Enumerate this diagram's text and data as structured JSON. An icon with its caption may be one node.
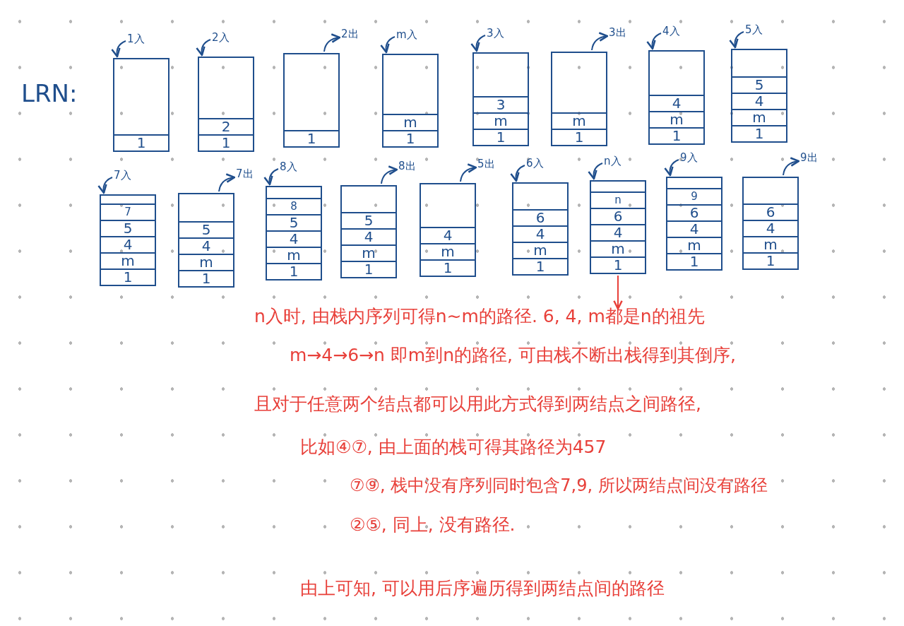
{
  "diagram": {
    "nodes": [
      {
        "text": [
          "1"
        ]
      },
      {
        "text": [
          "2",
          "1"
        ]
      },
      {
        "text": [
          "1"
        ]
      },
      {
        "text": [
          "m",
          "1"
        ]
      },
      {
        "text": [
          "3",
          "m",
          "1"
        ]
      },
      {
        "text": [
          "m",
          "1"
        ]
      },
      {
        "text": [
          "4",
          "m",
          "1"
        ]
      },
      {
        "text": [
          "5",
          "4",
          "m",
          "1"
        ]
      },
      {
        "text": [
          "7",
          "5",
          "4",
          "m",
          "1"
        ]
      },
      {
        "text": [
          "5",
          "4",
          "m",
          "1"
        ]
      },
      {
        "text": [
          "8",
          "5",
          "4",
          "m",
          "1"
        ]
      },
      {
        "text": [
          "5",
          "4",
          "m",
          "1"
        ]
      },
      {
        "text": [
          "4",
          "m",
          "1"
        ]
      },
      {
        "text": [
          "6",
          "4",
          "m",
          "1"
        ]
      },
      {
        "text": [
          "n",
          "6",
          "4",
          "m",
          "1"
        ]
      },
      {
        "text": [
          "9",
          "6",
          "4",
          "m",
          "1"
        ]
      },
      {
        "text": [
          "6",
          "4",
          "m",
          "1"
        ]
      },
      {
        "text": [
          "n入时, 由栈内序列可得n∼m的路径. 6, 4, m都是n的祖先"
        ]
      }
    ],
    "edges": [
      {
        "from": null,
        "to": 0,
        "arrow": "to",
        "label": "1入"
      },
      {
        "from": null,
        "to": 1,
        "arrow": "to",
        "label": "2入"
      },
      {
        "from": 2,
        "to": null,
        "arrow": "to",
        "label": "2出"
      },
      {
        "from": null,
        "to": 3,
        "arrow": "to",
        "label": "m入"
      },
      {
        "from": null,
        "to": 4,
        "arrow": "to",
        "label": "3入"
      },
      {
        "from": 5,
        "to": null,
        "arrow": "to",
        "label": "3出"
      },
      {
        "from": null,
        "to": 6,
        "arrow": "to",
        "label": "4入"
      },
      {
        "from": null,
        "to": 7,
        "arrow": "to",
        "label": "5入"
      },
      {
        "from": null,
        "to": 8,
        "arrow": "to",
        "label": "7入"
      },
      {
        "from": 9,
        "to": null,
        "arrow": "to",
        "label": "7出"
      },
      {
        "from": null,
        "to": 10,
        "arrow": "to",
        "label": "8入"
      },
      {
        "from": 11,
        "to": null,
        "arrow": "to",
        "label": "8出"
      },
      {
        "from": 12,
        "to": null,
        "arrow": "to",
        "label": "5出"
      },
      {
        "from": null,
        "to": 13,
        "arrow": "to",
        "label": "6入"
      },
      {
        "from": null,
        "to": 14,
        "arrow": "to",
        "label": "n入"
      },
      {
        "from": null,
        "to": 15,
        "arrow": "to",
        "label": "9入"
      },
      {
        "from": 16,
        "to": null,
        "arrow": "to",
        "label": "9出"
      },
      {
        "from": 14,
        "to": 17,
        "arrow": "to",
        "color": "#e8403a"
      }
    ],
    "labels": [
      "LRN:",
      "m→4→6→n 即m到n的路径, 可由栈不断出栈得到其倒序,",
      "且对于任意两个结点都可以用此方式得到两结点之间路径,",
      "比如④⑦, 由上面的栈可得其路径为457",
      "⑦⑨, 栈中没有序列同时包含7,9, 所以两结点间没有路径",
      "②⑤, 同上, 没有路径.",
      "由上可知, 可以用后序遍历得到两结点间的路径"
    ]
  }
}
